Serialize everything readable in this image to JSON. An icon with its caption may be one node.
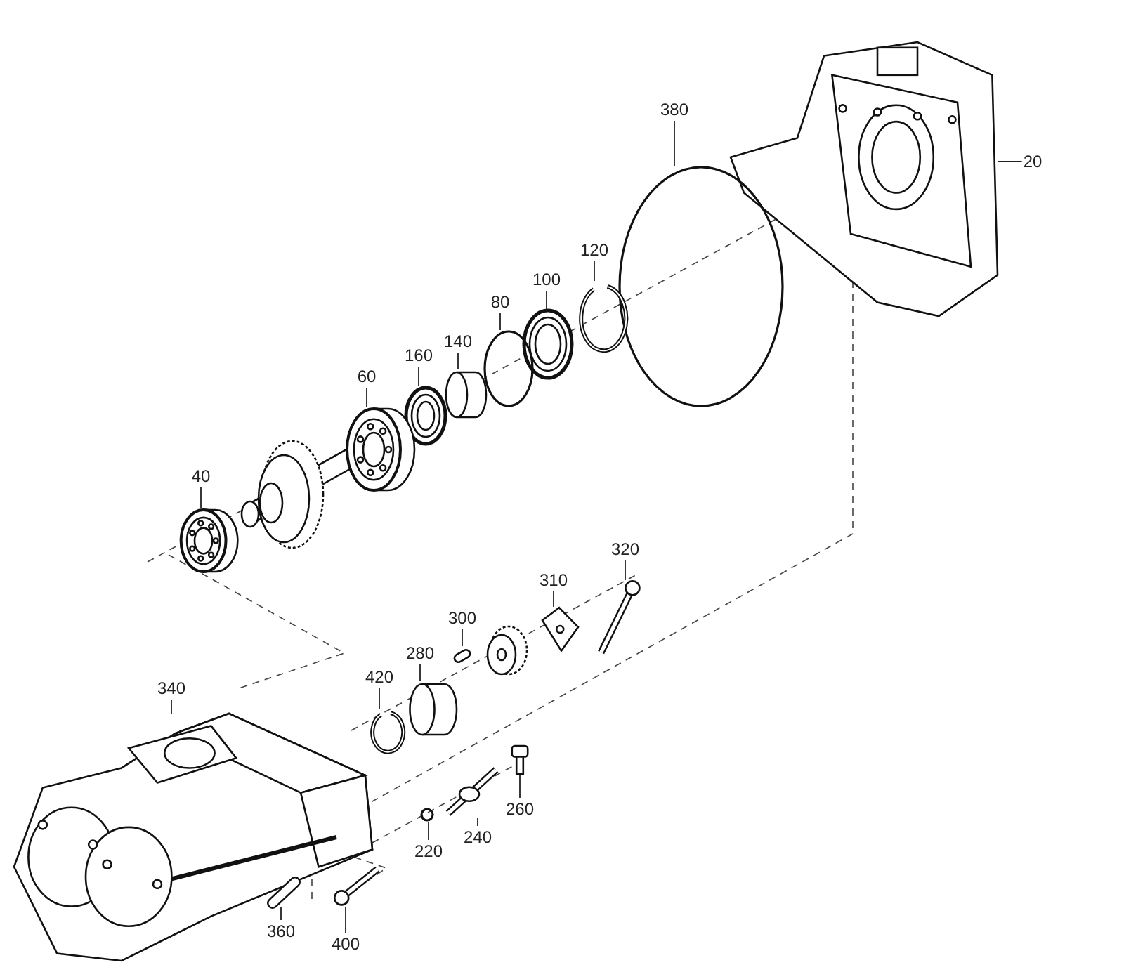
{
  "diagram": {
    "nodes": [
      {
        "text": [
          "20"
        ]
      },
      {
        "text": [],
        "shape": "picture"
      },
      {
        "text": [
          "380"
        ]
      },
      {
        "text": [],
        "shape": "circle"
      },
      {
        "text": [
          "120"
        ]
      },
      {
        "text": [],
        "shape": "picture"
      },
      {
        "text": [
          "100"
        ]
      },
      {
        "text": [],
        "shape": "picture"
      },
      {
        "text": [
          "80"
        ]
      },
      {
        "text": [],
        "shape": "circle"
      },
      {
        "text": [
          "140"
        ]
      },
      {
        "text": [],
        "shape": "cylinder"
      },
      {
        "text": [
          "160"
        ]
      },
      {
        "text": [],
        "shape": "picture"
      },
      {
        "text": [
          "60"
        ]
      },
      {
        "text": [],
        "shape": "picture"
      },
      {
        "text": [
          "40"
        ]
      },
      {
        "text": [],
        "shape": "picture"
      },
      {
        "text": [
          "320"
        ]
      },
      {
        "text": [],
        "shape": "picture"
      },
      {
        "text": [
          "310"
        ]
      },
      {
        "text": [],
        "shape": "picture"
      },
      {
        "text": [
          "300"
        ]
      },
      {
        "text": [],
        "shape": "bar"
      },
      {
        "text": [
          "280"
        ]
      },
      {
        "text": [],
        "shape": "cylinder"
      },
      {
        "text": [
          "420"
        ]
      },
      {
        "text": [],
        "shape": "picture"
      },
      {
        "text": [
          "340"
        ]
      },
      {
        "text": [],
        "shape": "picture"
      },
      {
        "text": [
          "260"
        ]
      },
      {
        "text": [],
        "shape": "picture"
      },
      {
        "text": [
          "240"
        ]
      },
      {
        "text": [],
        "shape": "bar"
      },
      {
        "text": [
          "220"
        ]
      },
      {
        "text": [],
        "shape": "circle"
      },
      {
        "text": [
          "360"
        ]
      },
      {
        "text": [],
        "shape": "picture"
      },
      {
        "text": [
          "400"
        ]
      },
      {
        "text": [],
        "shape": "picture"
      }
    ],
    "edges": [
      {
        "from": 0,
        "to": 1,
        "arrow": "none"
      },
      {
        "from": 2,
        "to": 3,
        "arrow": "none"
      },
      {
        "from": 4,
        "to": 5,
        "arrow": "none"
      },
      {
        "from": 6,
        "to": 7,
        "arrow": "none"
      },
      {
        "from": 8,
        "to": 9,
        "arrow": "none"
      },
      {
        "from": 10,
        "to": 11,
        "arrow": "none"
      },
      {
        "from": 12,
        "to": 13,
        "arrow": "none"
      },
      {
        "from": 14,
        "to": 15,
        "arrow": "none"
      },
      {
        "from": 16,
        "to": 17,
        "arrow": "none"
      },
      {
        "from": 18,
        "to": 19,
        "arrow": "none"
      },
      {
        "from": 20,
        "to": 21,
        "arrow": "none"
      },
      {
        "from": 22,
        "to": 23,
        "arrow": "none"
      },
      {
        "from": 24,
        "to": 25,
        "arrow": "none"
      },
      {
        "from": 26,
        "to": 27,
        "arrow": "none"
      },
      {
        "from": 28,
        "to": 29,
        "arrow": "none"
      },
      {
        "from": 30,
        "to": 31,
        "arrow": "none"
      },
      {
        "from": 32,
        "to": 33,
        "arrow": "none"
      },
      {
        "from": 34,
        "to": 35,
        "arrow": "none"
      },
      {
        "from": 36,
        "to": 37,
        "arrow": "none"
      },
      {
        "from": 38,
        "to": 39,
        "arrow": "none"
      }
    ]
  }
}
